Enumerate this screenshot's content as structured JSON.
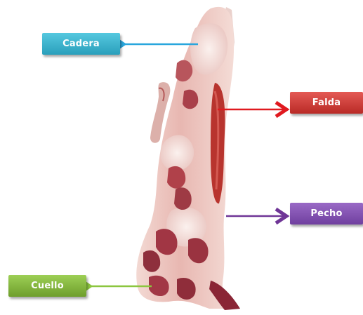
{
  "labels": {
    "cadera": {
      "text": "Cadera",
      "color": "#31a9c5",
      "arrow_color": "#29a6dd"
    },
    "falda": {
      "text": "Falda",
      "color": "#c3302c",
      "arrow_color": "#e0191f"
    },
    "pecho": {
      "text": "Pecho",
      "color": "#7a4aa8",
      "arrow_color": "#6f3596"
    },
    "cuello": {
      "text": "Cuello",
      "color": "#78a83a",
      "arrow_color": "#8cc63f"
    }
  },
  "image": {
    "subject": "hanging-beef-carcass"
  }
}
